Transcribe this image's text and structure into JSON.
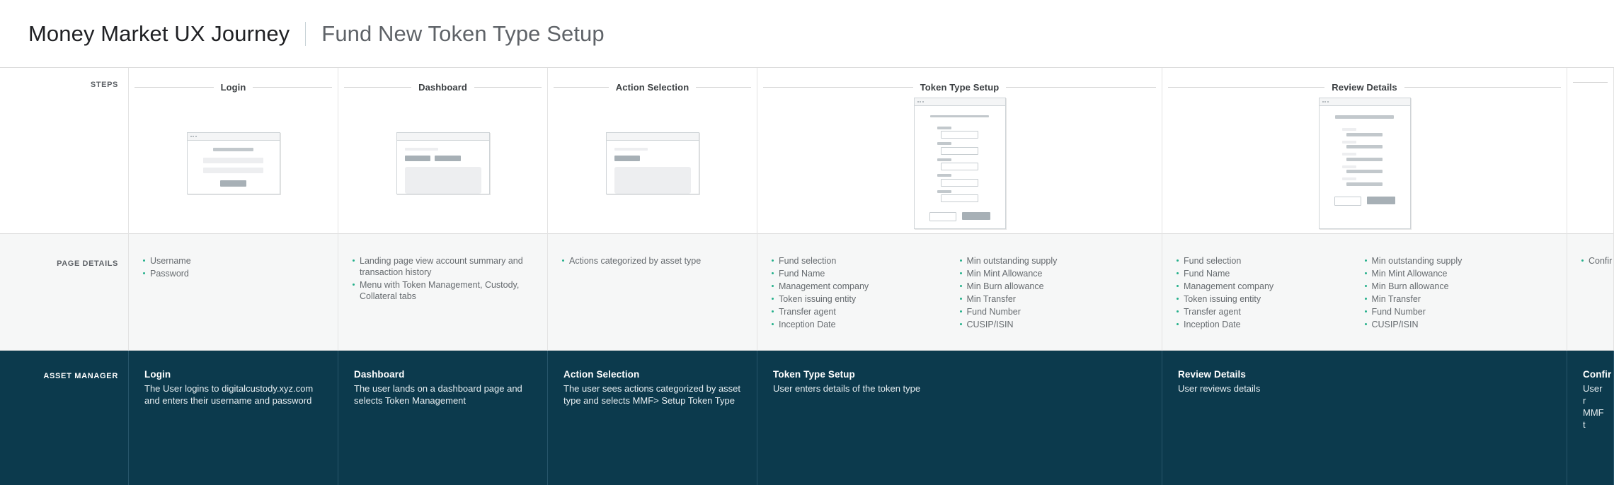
{
  "header": {
    "title": "Money Market UX Journey",
    "subtitle": "Fund New Token Type Setup"
  },
  "rows": {
    "steps_label": "STEPS",
    "page_details_label": "PAGE DETAILS",
    "asset_manager_label": "ASSET MANAGER"
  },
  "colors": {
    "band_dark": "#0c3a4d",
    "bullet": "#25b08b",
    "connector": "#2e5361",
    "band_light": "#f6f7f7",
    "rule": "#d3d3d3"
  },
  "steps": [
    {
      "id": "login",
      "title": "Login",
      "details": [
        "Username",
        "Password"
      ],
      "details_right": [],
      "am_title": "Login",
      "am_text": "The User logins to digitalcustody.xyz.com and enters their username and password"
    },
    {
      "id": "dashboard",
      "title": "Dashboard",
      "details": [
        "Landing page view account summary and transaction history",
        "Menu with Token Management, Custody, Collateral tabs"
      ],
      "details_right": [],
      "am_title": "Dashboard",
      "am_text": "The user lands on a dashboard page and selects Token Management"
    },
    {
      "id": "action-selection",
      "title": "Action Selection",
      "details": [
        "Actions categorized by asset type"
      ],
      "details_right": [],
      "am_title": "Action Selection",
      "am_text": "The user sees actions categorized by asset type and selects MMF> Setup Token Type"
    },
    {
      "id": "token-type-setup",
      "title": "Token Type Setup",
      "details": [
        "Fund selection",
        "Fund Name",
        "Management company",
        "Token issuing entity",
        "Transfer agent",
        "Inception Date"
      ],
      "details_right": [
        "Min outstanding supply",
        "Min Mint Allowance",
        "Min Burn allowance",
        "Min Transfer",
        "Fund Number",
        "CUSIP/ISIN"
      ],
      "am_title": "Token Type Setup",
      "am_text": "User enters details of the token type"
    },
    {
      "id": "review-details",
      "title": "Review Details",
      "details": [
        "Fund selection",
        "Fund Name",
        "Management company",
        "Token issuing entity",
        "Transfer agent",
        "Inception Date"
      ],
      "details_right": [
        "Min outstanding supply",
        "Min Mint Allowance",
        "Min Burn allowance",
        "Min Transfer",
        "Fund Number",
        "CUSIP/ISIN"
      ],
      "am_title": "Review Details",
      "am_text": "User reviews details"
    },
    {
      "id": "confirmation",
      "title": "",
      "details": [
        "Confir"
      ],
      "details_right": [],
      "am_title": "Confir",
      "am_text": "User r MMF t"
    }
  ]
}
